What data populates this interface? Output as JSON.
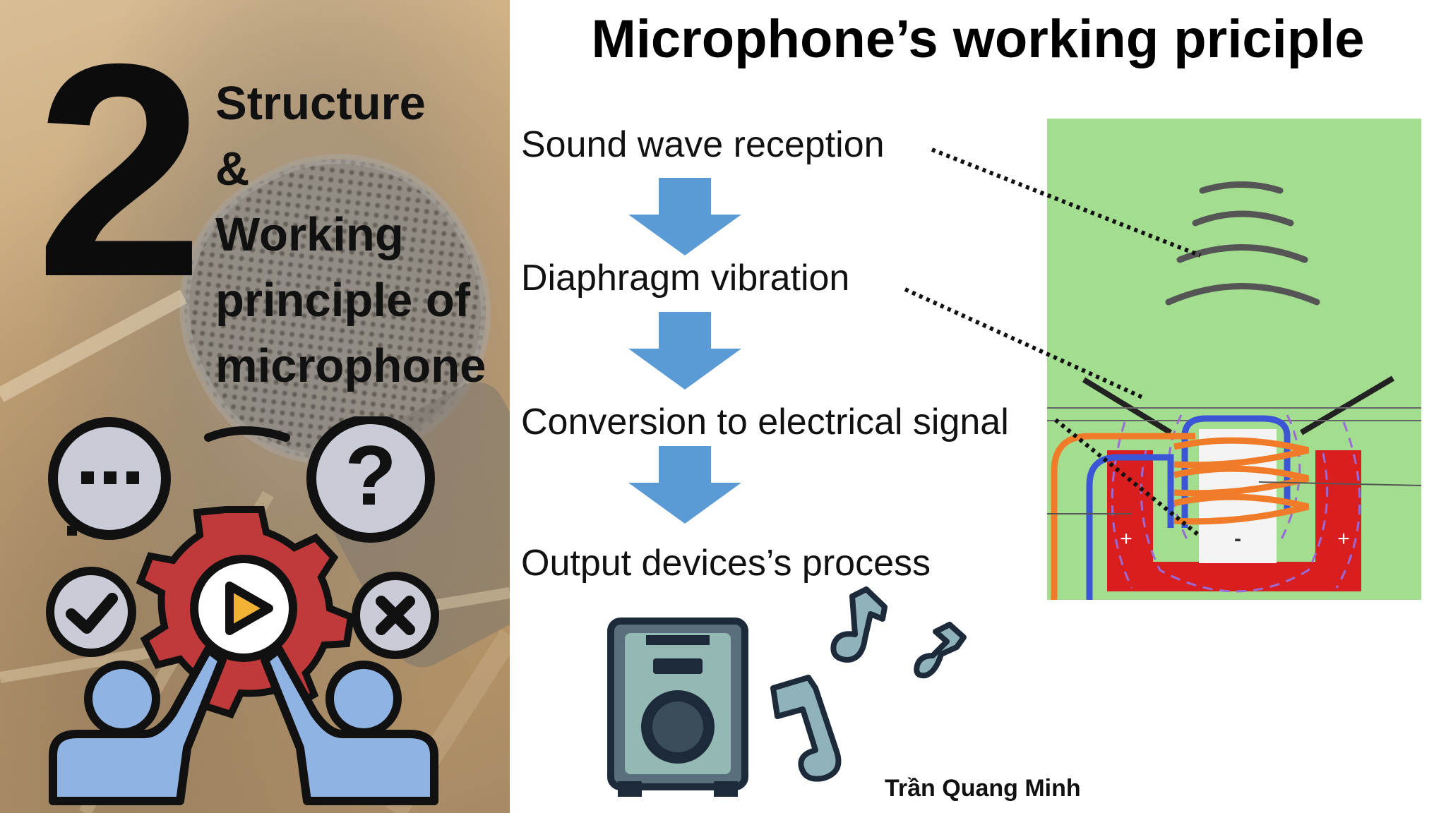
{
  "left_panel": {
    "number": "2",
    "heading_lines": [
      "Structure",
      "&",
      "Working",
      "principle of",
      "microphone"
    ]
  },
  "title": "Microphone’s working priciple",
  "steps": [
    "Sound wave reception",
    "Diaphragm vibration",
    "Conversion to electrical signal",
    "Output devices’s process"
  ],
  "diagram": {
    "plus_left": "+",
    "plus_right": "+",
    "minus": "-"
  },
  "author": "Trần Quang Minh",
  "colors": {
    "arrow": "#5b9bd5",
    "diagram_bg": "#a3dd8f",
    "magnet_red": "#d81e1e",
    "coil_orange": "#f07c2a",
    "wire_blue": "#3a56d6",
    "gear_red": "#c0393b",
    "person_blue": "#8fb3e3"
  }
}
